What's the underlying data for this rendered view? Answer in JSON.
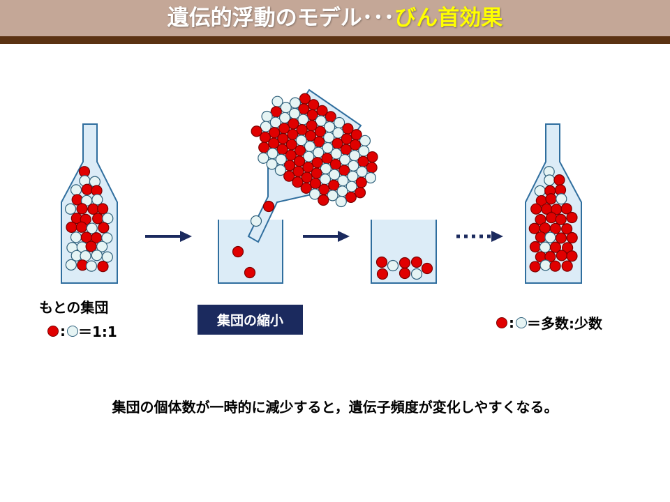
{
  "title": {
    "main": "遺伝的浮動のモデル･･･",
    "highlight": "びん首効果"
  },
  "labels": {
    "original": "もとの集団",
    "original_ratio_sep": ":",
    "original_ratio_value": "＝1:1",
    "shrink": "集団の縮小",
    "result_ratio_sep": ":",
    "result_ratio_value": "＝多数:少数"
  },
  "footnote": "集団の個体数が一時的に減少すると，遺伝子頻度が変化しやすくなる。",
  "colors": {
    "title_bg": "#c4a797",
    "title_line": "#5b3212",
    "accent": "#ffff00",
    "vessel_fill": "#dcecf7",
    "vessel_stroke": "#2f6e9e",
    "red": "#e00000",
    "white_bead": "#e6f4f4",
    "arrow": "#1b2a5e"
  }
}
